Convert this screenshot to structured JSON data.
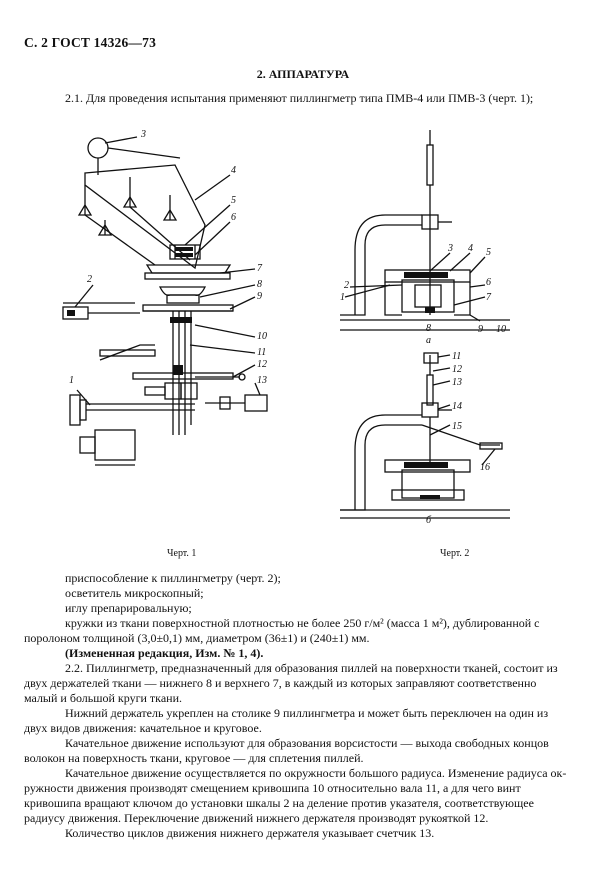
{
  "header": "С. 2  ГОСТ 14326—73",
  "section_title": "2. АППАРАТУРА",
  "para_2_1": "2.1. Для проведения испытания применяют пиллингметр типа ПМВ-4 или ПМВ-3 (черт. 1);",
  "fig1": {
    "caption": "Черт. 1",
    "labels": [
      "1",
      "2",
      "3",
      "4",
      "5",
      "6",
      "7",
      "8",
      "9",
      "10",
      "11",
      "12",
      "13"
    ]
  },
  "fig2": {
    "caption": "Черт. 2",
    "sub_a": "а",
    "sub_b": "б",
    "labels": [
      "1",
      "2",
      "3",
      "4",
      "5",
      "6",
      "7",
      "8",
      "9",
      "10",
      "11",
      "12",
      "13",
      "14",
      "15",
      "16"
    ]
  },
  "list": [
    "приспособление к пиллингметру (черт. 2);",
    "осветитель микроскопный;",
    "иглу препарировальную;"
  ],
  "para_krujki": [
    "кружки из ткани поверхностной плотностью не более 250 г/м² (масса 1 м²), дублированной с",
    "поролоном толщиной (3,0±0,1) мм, диаметром (36±1) и (240±1) мм."
  ],
  "edition_note": "(Измененная редакция, Изм. № 1, 4).",
  "para_2_2": [
    "2.2. Пиллингметр, предназначенный для образования пиллей на поверхности тканей, состоит из",
    "двух держателей ткани — нижнего 8 и верхнего 7, в каждый из которых заправляют соответственно",
    "малый и большой круги ткани."
  ],
  "para_lower": [
    "Нижний держатель укреплен на столике 9 пиллингметра и может быть переключен на один из",
    "двух видов движения: качательное и круговое."
  ],
  "para_swing": [
    "Качательное движение используют для образования ворсистости — выхода свободных концов",
    "волокон на поверхность ткани, круговое — для сплетения пиллей."
  ],
  "para_radius": [
    "Качательное движение осуществляется по окружности большого радиуса. Изменение радиуса ок-",
    "ружности движения производят смещением кривошипа 10 относительно вала 11, а для чего винт",
    "кривошипа вращают ключом до установки шкалы 2 на деление против указателя, соответствующее",
    "радиусу движения. Переключение движений нижнего держателя производят рукояткой 12."
  ],
  "para_counter": "Количество циклов движения нижнего держателя указывает счетчик 13."
}
